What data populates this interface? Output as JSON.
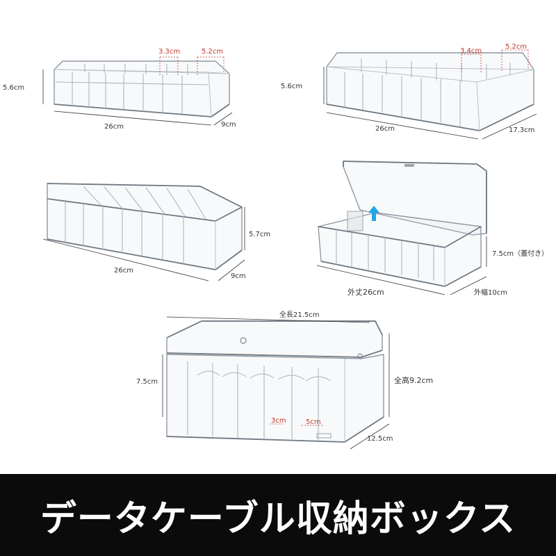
{
  "banner": {
    "title": "データケーブル収納ボックス"
  },
  "products": [
    {
      "height": "5.6cm",
      "length": "26cm",
      "depth": "9cm",
      "small_slot": "3.3cm",
      "large_slot": "5.2cm"
    },
    {
      "height": "5.6cm",
      "length": "26cm",
      "depth": "17.3cm",
      "small_slot": "3.4cm",
      "large_slot": "5.2cm"
    },
    {
      "height": "5.7cm",
      "length": "26cm",
      "depth": "9cm"
    },
    {
      "height": "7.5cm（蓋付き）",
      "length": "外丈26cm",
      "depth": "外幅10cm"
    },
    {
      "total_length": "全長21.5cm",
      "height": "7.5cm",
      "total_height": "全高9.2cm",
      "depth": "12.5cm",
      "small_slot": "3cm",
      "large_slot": "5cm"
    }
  ],
  "colors": {
    "dimension_red": "#c0392b",
    "banner_bg": "#0b0b0b",
    "banner_text": "#ffffff"
  }
}
